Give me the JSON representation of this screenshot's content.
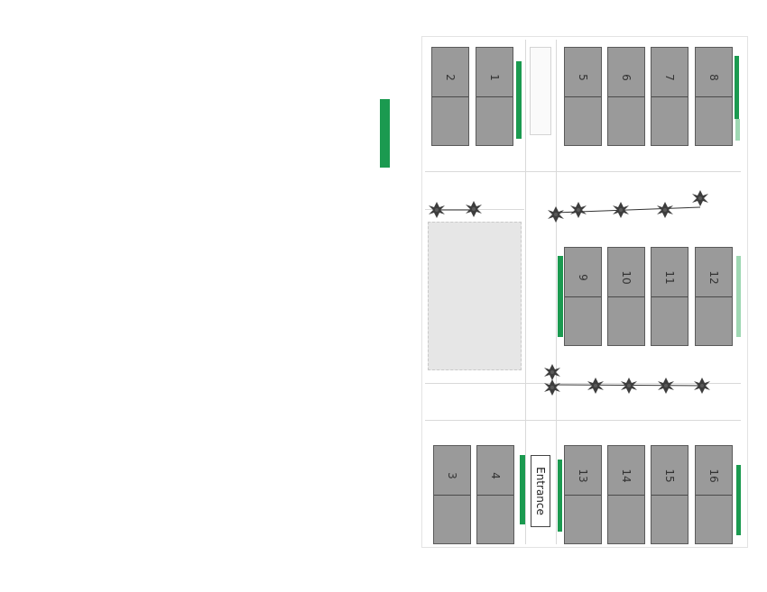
{
  "site_plan": {
    "units": [
      {
        "id": "u2",
        "number": "2"
      },
      {
        "id": "u1",
        "number": "1"
      },
      {
        "id": "u5",
        "number": "5"
      },
      {
        "id": "u6",
        "number": "6"
      },
      {
        "id": "u7",
        "number": "7"
      },
      {
        "id": "u8",
        "number": "8"
      },
      {
        "id": "u9",
        "number": "9"
      },
      {
        "id": "u10",
        "number": "10"
      },
      {
        "id": "u11",
        "number": "11"
      },
      {
        "id": "u12",
        "number": "12"
      },
      {
        "id": "u3",
        "number": "3"
      },
      {
        "id": "u4",
        "number": "4"
      },
      {
        "id": "u13",
        "number": "13"
      },
      {
        "id": "u14",
        "number": "14"
      },
      {
        "id": "u15",
        "number": "15"
      },
      {
        "id": "u16",
        "number": "16"
      }
    ],
    "entrance_label": "Entrance",
    "colors": {
      "unit_fill": "#9a9a9a",
      "highlight": "#1b9a50",
      "tree": "#3d3d3d"
    },
    "icons": [
      "palm-tree-icon"
    ]
  }
}
